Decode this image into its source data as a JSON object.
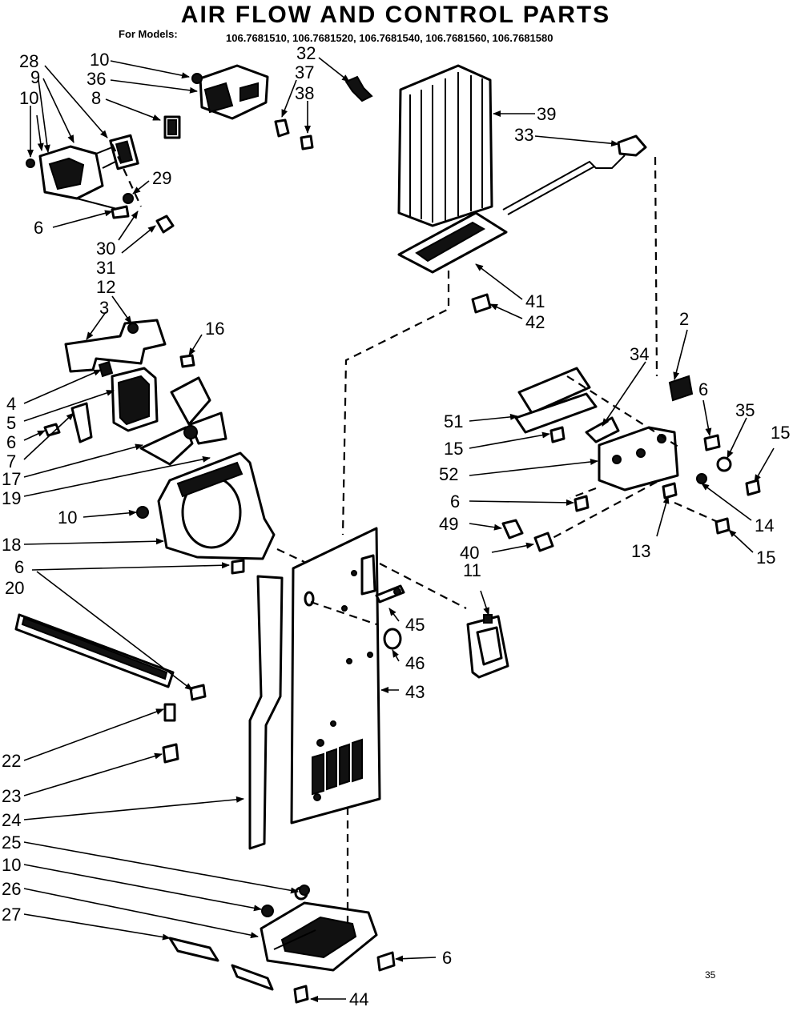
{
  "title": "AIR FLOW AND CONTROL PARTS",
  "models_label": "For Models:",
  "models": "106.7681510, 106.7681520, 106.7681540, 106.7681560, 106.7681580",
  "page_mark": "35",
  "callouts": {
    "c28": "28",
    "c9": "9",
    "c10a": "10",
    "c10b": "10",
    "c36": "36",
    "c8": "8",
    "c32": "32",
    "c37": "37",
    "c38": "38",
    "c29": "29",
    "c6a": "6",
    "c30": "30",
    "c31": "31",
    "c12": "12",
    "c3": "3",
    "c16": "16",
    "c4": "4",
    "c5": "5",
    "c6b": "6",
    "c7": "7",
    "c17": "17",
    "c19": "19",
    "c10c": "10",
    "c18": "18",
    "c6c": "6",
    "c20": "20",
    "c22": "22",
    "c23": "23",
    "c24": "24",
    "c25": "25",
    "c10d": "10",
    "c26": "26",
    "c27": "27",
    "c6d": "6",
    "c44": "44",
    "c39": "39",
    "c33": "33",
    "c41": "41",
    "c42": "42",
    "c2": "2",
    "c34": "34",
    "c6e": "6",
    "c35": "35",
    "c15a": "15",
    "c51": "51",
    "c15b": "15",
    "c52": "52",
    "c6f": "6",
    "c49": "49",
    "c40": "40",
    "c13": "13",
    "c14": "14",
    "c15c": "15",
    "c11": "11",
    "c45": "45",
    "c46": "46",
    "c43": "43"
  }
}
